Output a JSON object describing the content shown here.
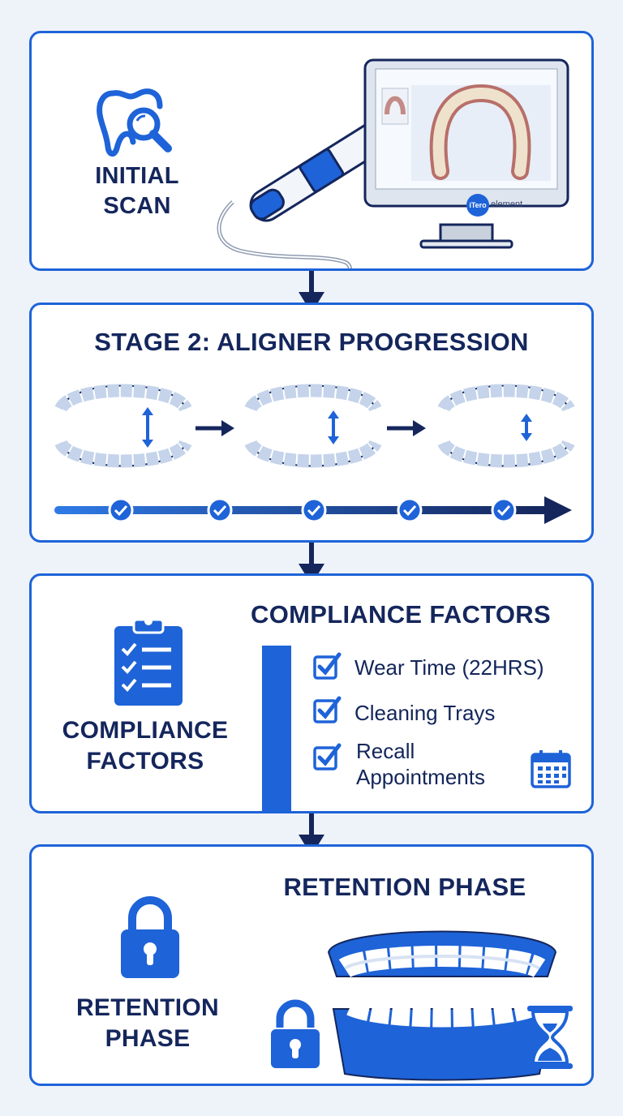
{
  "colors": {
    "primary_blue": "#1e63d8",
    "navy": "#14265c",
    "panel_bg": "#ffffff",
    "page_bg": "#eef3fa"
  },
  "stage1": {
    "label_line1": "INITIAL",
    "label_line2": "SCAN",
    "icon": "tooth-magnifier-icon",
    "monitor_brand_badge": "iTero",
    "monitor_brand_text": "element"
  },
  "stage2": {
    "title": "STAGE 2: ALIGNER PROGRESSION",
    "progress_steps": 5,
    "progress_completed": 5
  },
  "stage3": {
    "title": "COMPLIANCE FACTORS",
    "left_label_line1": "COMPLIANCE",
    "left_label_line2": "FACTORS",
    "items": [
      {
        "label": "Wear Time (22HRS)",
        "checked": true
      },
      {
        "label": "Cleaning Trays",
        "checked": true
      },
      {
        "label_line1": "Recall",
        "label_line2": "Appointments",
        "checked": true
      }
    ]
  },
  "stage4": {
    "title": "RETENTION PHASE",
    "left_label_line1": "RETENTION",
    "left_label_line2": "PHASE"
  }
}
